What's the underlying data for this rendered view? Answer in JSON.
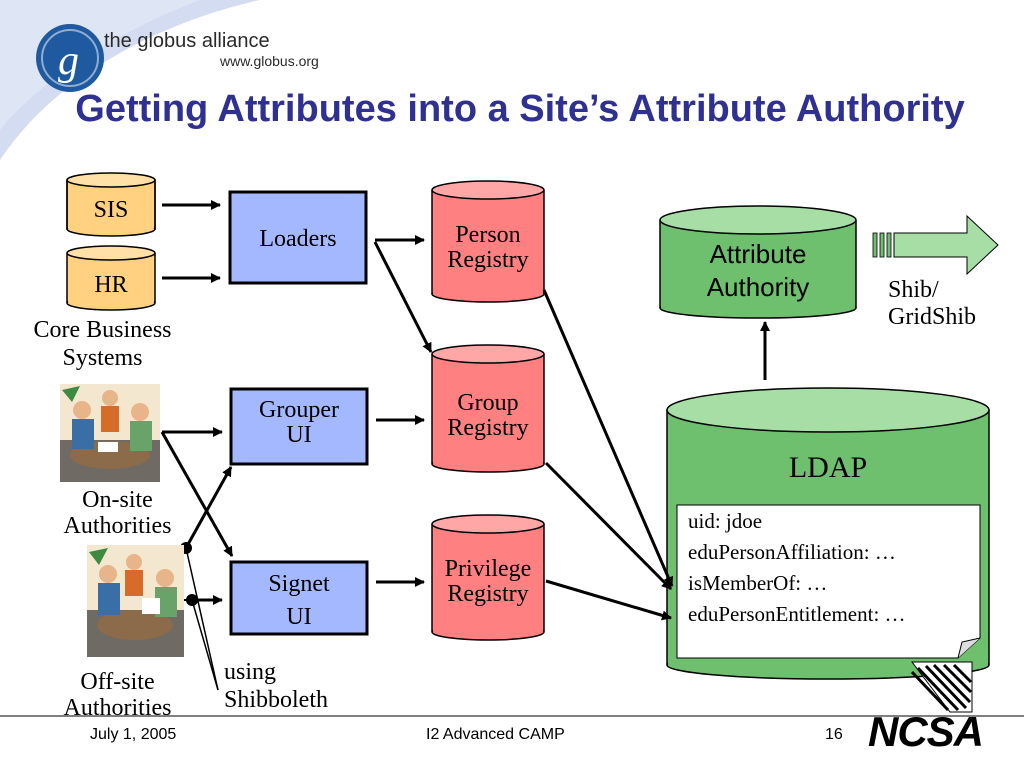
{
  "logo": {
    "name": "the globus alliance",
    "url": "www.globus.org"
  },
  "title": "Getting Attributes into a Site’s Attribute Authority",
  "core": {
    "sis": "SIS",
    "hr": "HR",
    "caption_line1": "Core Business",
    "caption_line2": "Systems"
  },
  "boxes": {
    "loaders": "Loaders",
    "grouper_line1": "Grouper",
    "grouper_line2": "UI",
    "signet_line1": "Signet",
    "signet_line2": "UI"
  },
  "registries": {
    "person_line1": "Person",
    "person_line2": "Registry",
    "group_line1": "Group",
    "group_line2": "Registry",
    "privilege_line1": "Privilege",
    "privilege_line2": "Registry"
  },
  "attribute_authority": {
    "line1": "Attribute",
    "line2": "Authority"
  },
  "shib": {
    "line1": "Shib/",
    "line2": "GridShib"
  },
  "ldap": {
    "title": "LDAP",
    "attributes": [
      "uid: jdoe",
      "eduPersonAffiliation: …",
      "isMemberOf: …",
      "eduPersonEntitlement: …"
    ]
  },
  "authorities": {
    "onsite_line1": "On-site",
    "onsite_line2": "Authorities",
    "offsite_line1": "Off-site",
    "offsite_line2": "Authorities"
  },
  "shibboleth_note": {
    "line1": "using",
    "line2": "Shibboleth"
  },
  "footer": {
    "date": "July 1, 2005",
    "event": "I2 Advanced CAMP",
    "page": "16",
    "ncsa": "NCSA"
  },
  "colors": {
    "title": "#2e3192",
    "source_db": "#ffd180",
    "ui_box": "#a4b8ff",
    "registry": "#ff8080",
    "authority": "#6ebf6e"
  }
}
